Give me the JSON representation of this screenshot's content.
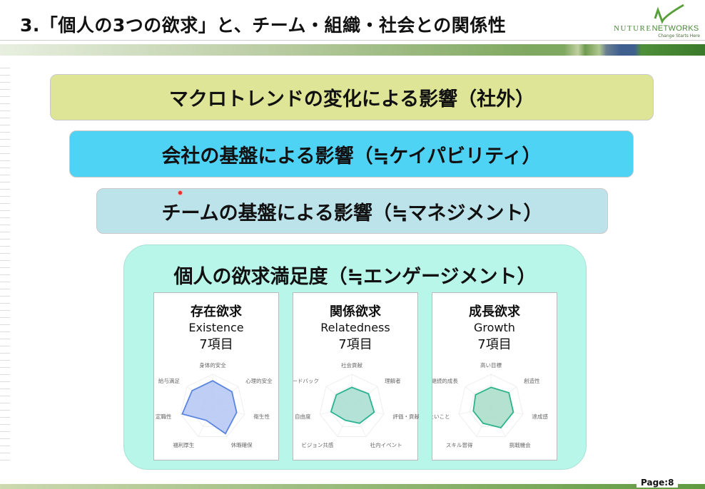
{
  "title": "3.「個人の3つの欲求」と、チーム・組織・社会との関係性",
  "logo": {
    "brand1": "NUTURE",
    "brand2": "NETWORKS",
    "tagline": "Change Starts Here"
  },
  "layers": [
    "マクロトレンドの変化による影響（社外）",
    "会社の基盤による影響（≒ケイパビリティ）",
    "チームの基盤による影響（≒マネジメント）"
  ],
  "individual": {
    "heading": "個人の欲求満足度（≒エンゲージメント）",
    "cards": [
      {
        "name": "存在欲求",
        "en": "Existence",
        "count": "7項目",
        "color": "#5b85e0",
        "fill": "#b3c6f2",
        "axes": [
          "身体的安全",
          "心理的安全",
          "衛生性",
          "休暇確保",
          "福利厚生",
          "定職性",
          "給与満足"
        ],
        "values": [
          0.8,
          0.75,
          0.75,
          0.9,
          0.45,
          0.95,
          0.8
        ]
      },
      {
        "name": "関係欲求",
        "en": "Relatedness",
        "count": "7項目",
        "color": "#2bb392",
        "fill": "#a8ddd0",
        "axes": [
          "社会貢献",
          "理解者",
          "評価・貢献",
          "社内イベント",
          "ビジョン共感",
          "自由度",
          "フィードバック"
        ],
        "values": [
          0.6,
          0.65,
          0.7,
          0.55,
          0.45,
          0.65,
          0.6
        ]
      },
      {
        "name": "成長欲求",
        "en": "Growth",
        "count": "7項目",
        "color": "#2bb38a",
        "fill": "#a8ddc8",
        "axes": [
          "高い目標",
          "創造性",
          "達成感",
          "挑戦機会",
          "スキル習得",
          "やりたいこと",
          "継続的成長"
        ],
        "values": [
          0.6,
          0.7,
          0.7,
          0.7,
          0.55,
          0.55,
          0.6
        ]
      }
    ]
  },
  "page": "Page:8"
}
